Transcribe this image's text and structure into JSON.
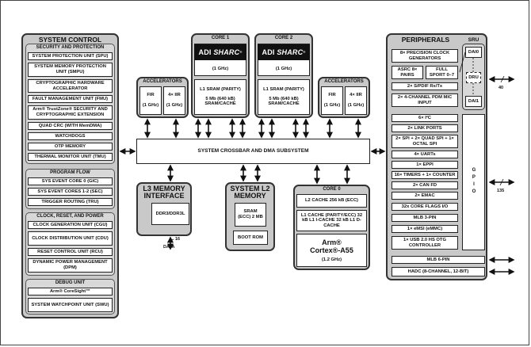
{
  "system_control": {
    "title": "SYSTEM CONTROL",
    "security": {
      "title": "SECURITY AND PROTECTION",
      "items": [
        "SYSTEM PROTECTION UNIT (SPU)",
        "SYSTEM MEMORY PROTECTION UNIT (SMPU)",
        "CRYPTOGRAPHIC HARDWARE ACCELERATOR",
        "FAULT MANAGEMENT UNIT (FMU)",
        "Arm® TrustZone® SECURITY AND CRYPTOGRAPHIC EXTENSION",
        "QUAD CRC (WITH MemDMA)",
        "WATCHDOGS",
        "OTP MEMORY",
        "THERMAL MONITOR UNIT (TMU)"
      ]
    },
    "program_flow": {
      "title": "PROGRAM FLOW",
      "items": [
        "SYS EVENT CORE 0 (GIC)",
        "SYS EVENT CORES 1-2 (SEC)",
        "TRIGGER ROUTING (TRU)"
      ]
    },
    "clock": {
      "title": "CLOCK, RESET, AND POWER",
      "items": [
        "CLOCK GENERATION UNIT (CGU)",
        "CLOCK DISTRIBUTION UNIT (CDU)",
        "RESET CONTROL UNIT (RCU)",
        "DYNAMIC POWER MANAGEMENT (DPM)"
      ]
    },
    "debug": {
      "title": "DEBUG UNIT",
      "items": [
        "Arm® CoreSight™",
        "SYSTEM WATCHPOINT UNIT (SWU)"
      ]
    }
  },
  "accel_left": {
    "title": "ACCELERATORS",
    "fir": "FIR",
    "iir": "4× IIR",
    "fir_clk": "(1 GHz)",
    "iir_clk": "(1 GHz)"
  },
  "accel_right": {
    "title": "ACCELERATORS",
    "fir": "FIR",
    "iir": "4× IIR",
    "fir_clk": "(1 GHz)",
    "iir_clk": "(1 GHz)"
  },
  "core1": {
    "title": "CORE 1",
    "logo_adi": "ADI",
    "logo_sharc": "SHARC",
    "clock": "(1 GHz)",
    "sram": "L1 SRAM (PARITY)",
    "sram_detail": "5 Mb (640 kB) SRAM/CACHE"
  },
  "core2": {
    "title": "CORE 2",
    "logo_adi": "ADI",
    "logo_sharc": "SHARC",
    "clock": "(1 GHz)",
    "sram": "L1 SRAM (PARITY)",
    "sram_detail": "5 Mb (640 kB) SRAM/CACHE"
  },
  "crossbar": {
    "label": "SYSTEM CROSSBAR AND DMA SUBSYSTEM"
  },
  "l3": {
    "title": "L3 MEMORY INTERFACE",
    "ddr": "DDR3/DDR3L",
    "bus_width": "16",
    "bus_label": "DATA"
  },
  "l2": {
    "title": "SYSTEM L2 MEMORY",
    "sram": "SRAM (ECC) 2 MB",
    "rom": "BOOT ROM"
  },
  "core0": {
    "title": "CORE 0",
    "l2_cache": "L2 CACHE 256 kB (ECC)",
    "l1_cache": "L1 CACHE (PARITY/ECC) 32 kB L1 I-CACHE 32 kB L1 D-CACHE",
    "arm_line1": "Arm®",
    "arm_line2": "Cortex®-A55",
    "clock": "(1.2 GHz)"
  },
  "peripherals": {
    "title": "PERIPHERALS",
    "top_items": [
      "8× PRECISION CLOCK GENERATORS",
      "ASRC 8× PAIRS",
      "FULL SPORT 0–7",
      "2× S/PDIF Rx/Tx",
      "2× 4-CHANNEL PDM MIC INPUT"
    ],
    "sru": {
      "title": "SRU",
      "dai0": "DAI0",
      "dru": "DRU",
      "dai1": "DAI1",
      "pins": "40"
    },
    "items": [
      "6× I²C",
      "2× LINK PORTS",
      "2× SPI + 2× QUAD SPI + 1× OCTAL SPI",
      "4× UARTs",
      "1× EPPI",
      "16× TIMERS + 1× COUNTER",
      "2× CAN FD",
      "2× EMAC",
      "32x CORE FLAGS I/O",
      "MLB 3-PIN",
      "1× eMSI (eMMC)",
      "1× USB 2.0 HS OTG CONTROLLER"
    ],
    "gpio": "GPIO",
    "gpio_pins": "135",
    "bottom_items": [
      "MLB 6-PIN",
      "HADC (8-CHANNEL, 12-BIT)"
    ]
  }
}
